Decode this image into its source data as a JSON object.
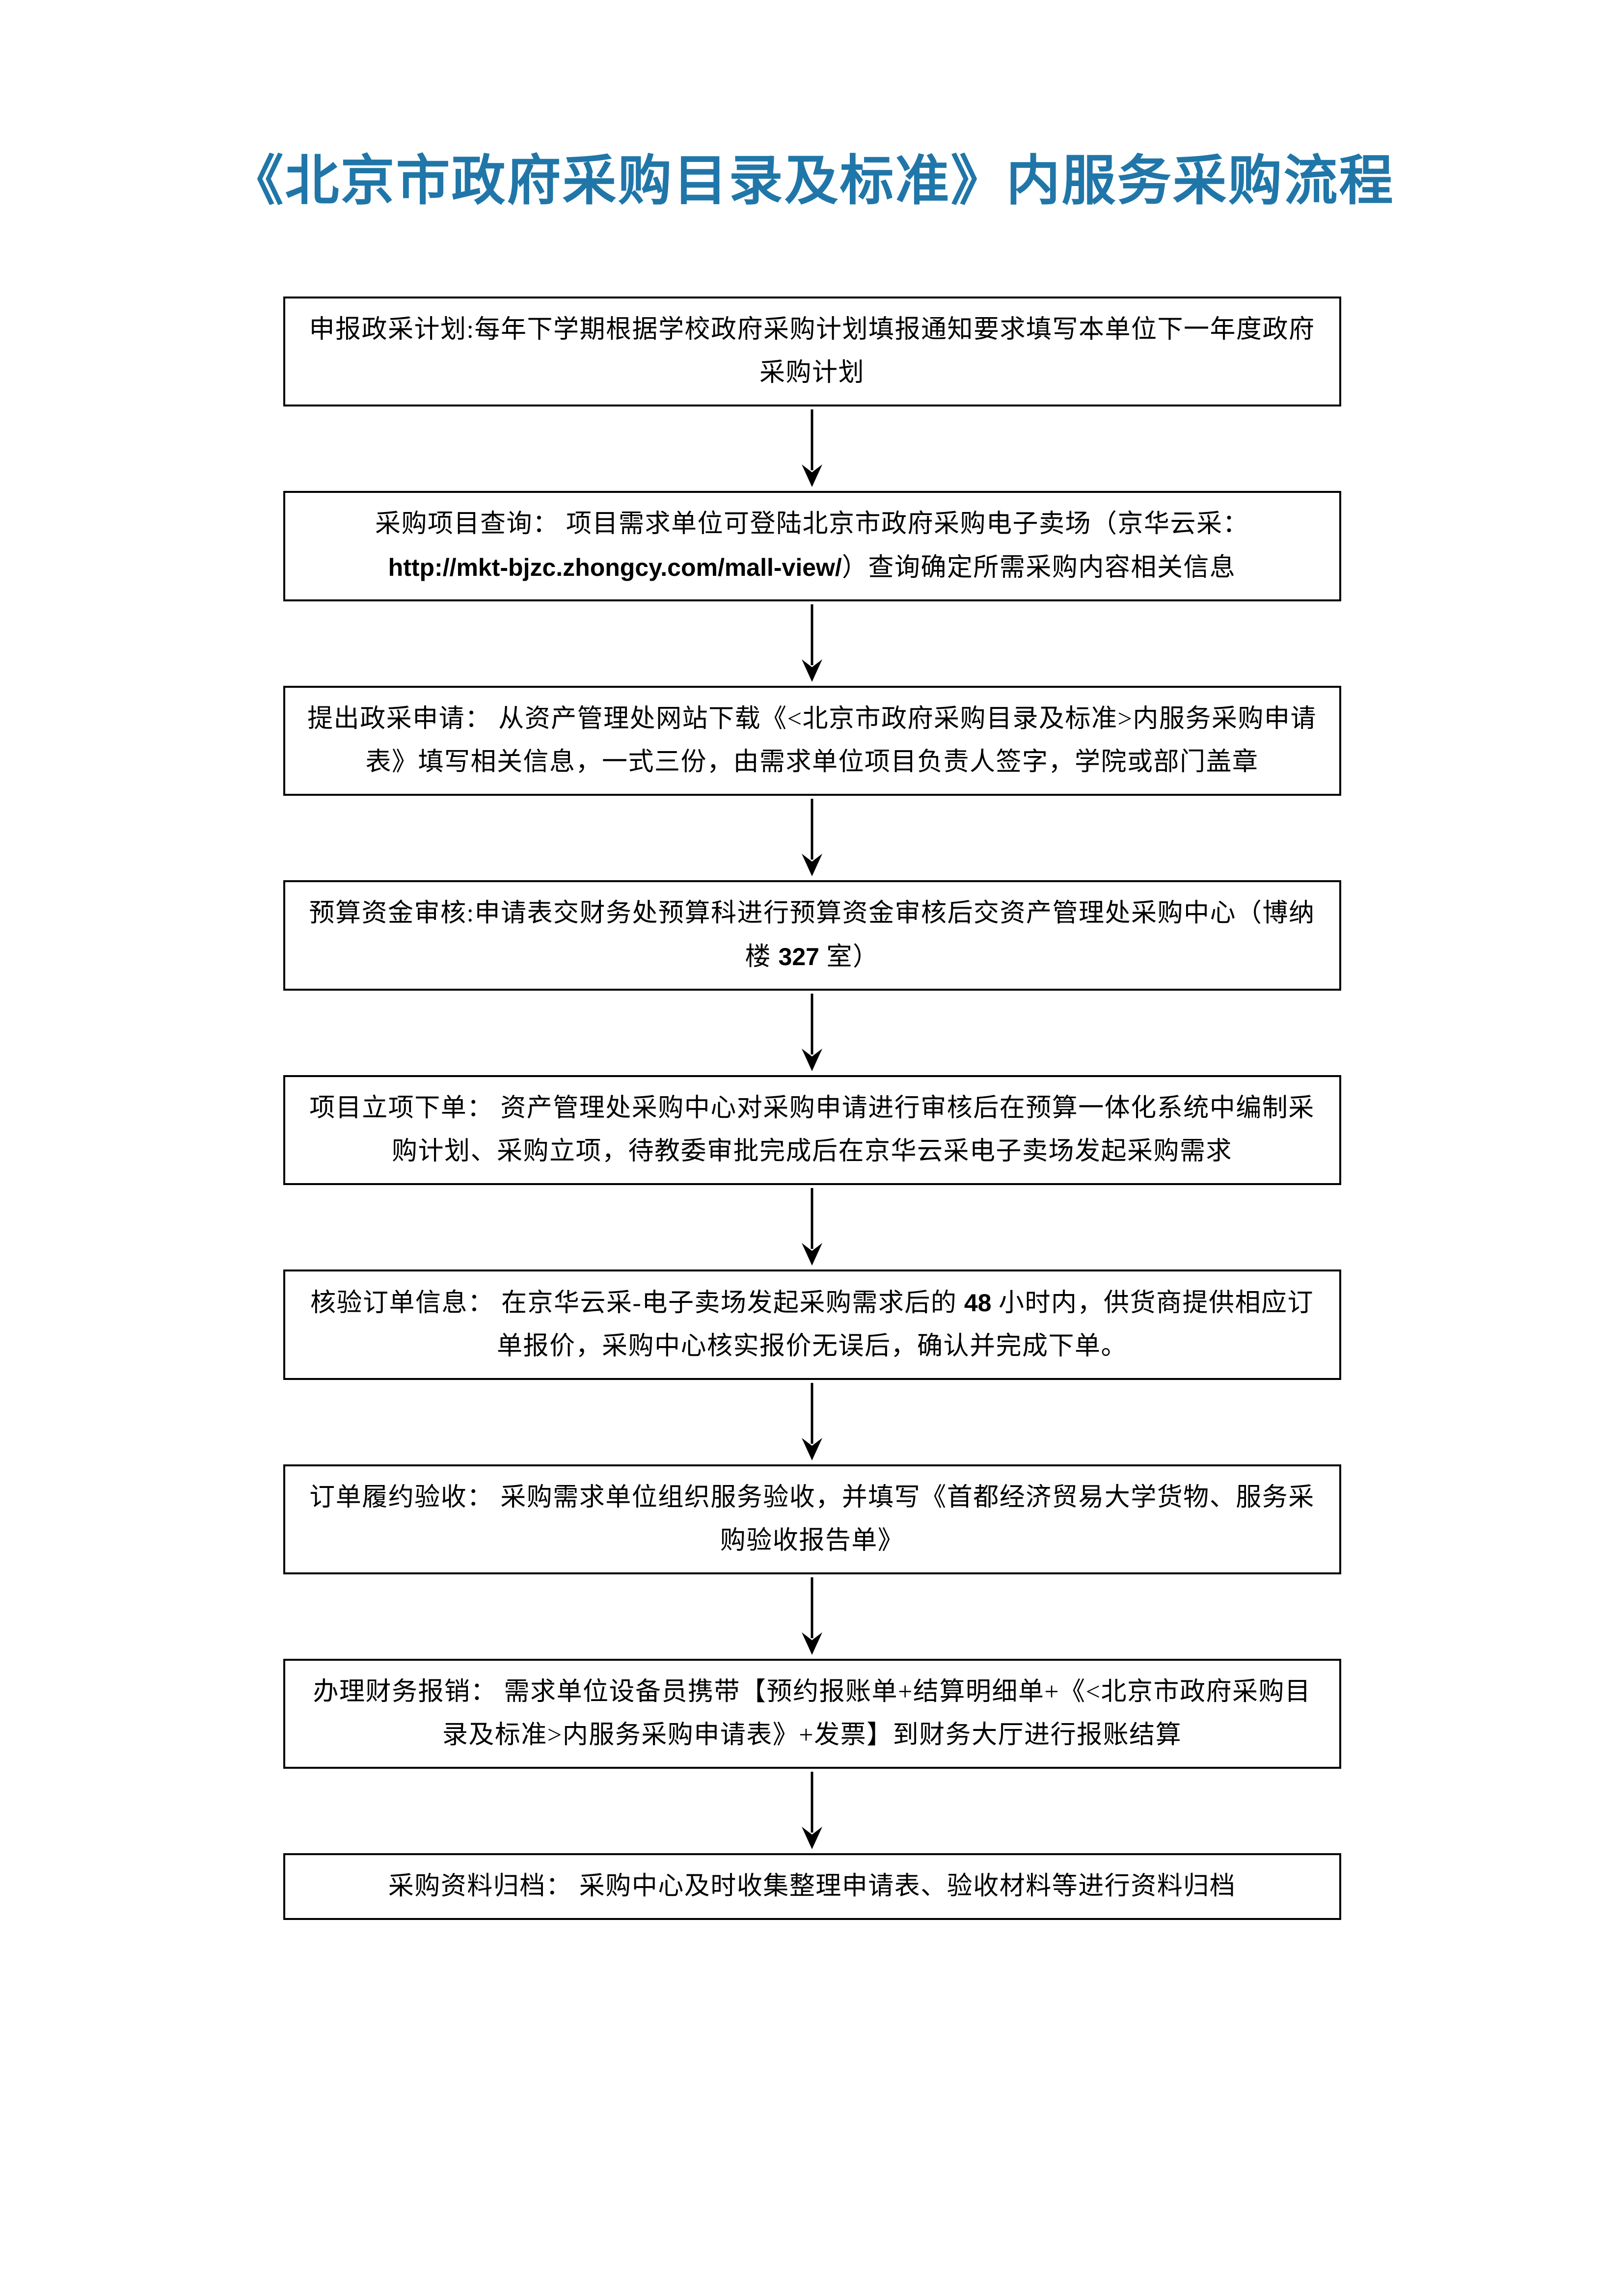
{
  "title": {
    "text": "《北京市政府采购目录及标准》内服务采购流程",
    "color": "#2076A8"
  },
  "flow": {
    "border_color": "#000000",
    "text_color": "#000000",
    "arrow_color": "#000000",
    "arrow_icon": "down-arrow",
    "boxes": [
      {
        "id": "declare-plan",
        "segments": [
          {
            "t": "申报政采计划:每年下学期根据学校政府采购计划填报通知要求填写本单位下一年度政府采购计划"
          }
        ]
      },
      {
        "id": "project-query",
        "segments": [
          {
            "t": "采购项目查询： 项目需求单位可登陆北京市政府采购电子卖场（京华云采："
          },
          {
            "t": "http://mkt-bjzc.zhongcy.com/mall-view/",
            "b": true
          },
          {
            "t": "）查询确定所需采购内容相关信息"
          }
        ]
      },
      {
        "id": "submit-application",
        "segments": [
          {
            "t": "提出政采申请： 从资产管理处网站下载《<北京市政府采购目录及标准>内服务采购申请表》填写相关信息，一式三份，由需求单位项目负责人签字，学院或部门盖章"
          }
        ]
      },
      {
        "id": "budget-review",
        "segments": [
          {
            "t": "预算资金审核:申请表交财务处预算科进行预算资金审核后交资产管理处采购中心（博纳楼 "
          },
          {
            "t": "327",
            "b": true
          },
          {
            "t": " 室）"
          }
        ]
      },
      {
        "id": "project-approval-order",
        "segments": [
          {
            "t": "项目立项下单： 资产管理处采购中心对采购申请进行审核后在预算一体化系统中编制采购计划、采购立项，待教委审批完成后在京华云采电子卖场发起采购需求"
          }
        ]
      },
      {
        "id": "verify-order-info",
        "segments": [
          {
            "t": "核验订单信息： 在京华云采-电子卖场发起采购需求后的 "
          },
          {
            "t": "48",
            "b": true
          },
          {
            "t": " 小时内，供货商提供相应订单报价，采购中心核实报价无误后，确认并完成下单。"
          }
        ]
      },
      {
        "id": "order-acceptance",
        "segments": [
          {
            "t": "订单履约验收： 采购需求单位组织服务验收，并填写《首都经济贸易大学货物、服务采购验收报告单》"
          }
        ]
      },
      {
        "id": "financial-reimbursement",
        "segments": [
          {
            "t": "办理财务报销： 需求单位设备员携带【预约报账单+结算明细单+《<北京市政府采购目录及标准>内服务采购申请表》+发票】到财务大厅进行报账结算"
          }
        ]
      },
      {
        "id": "archive-materials",
        "segments": [
          {
            "t": "采购资料归档： 采购中心及时收集整理申请表、验收材料等进行资料归档"
          }
        ]
      }
    ]
  }
}
